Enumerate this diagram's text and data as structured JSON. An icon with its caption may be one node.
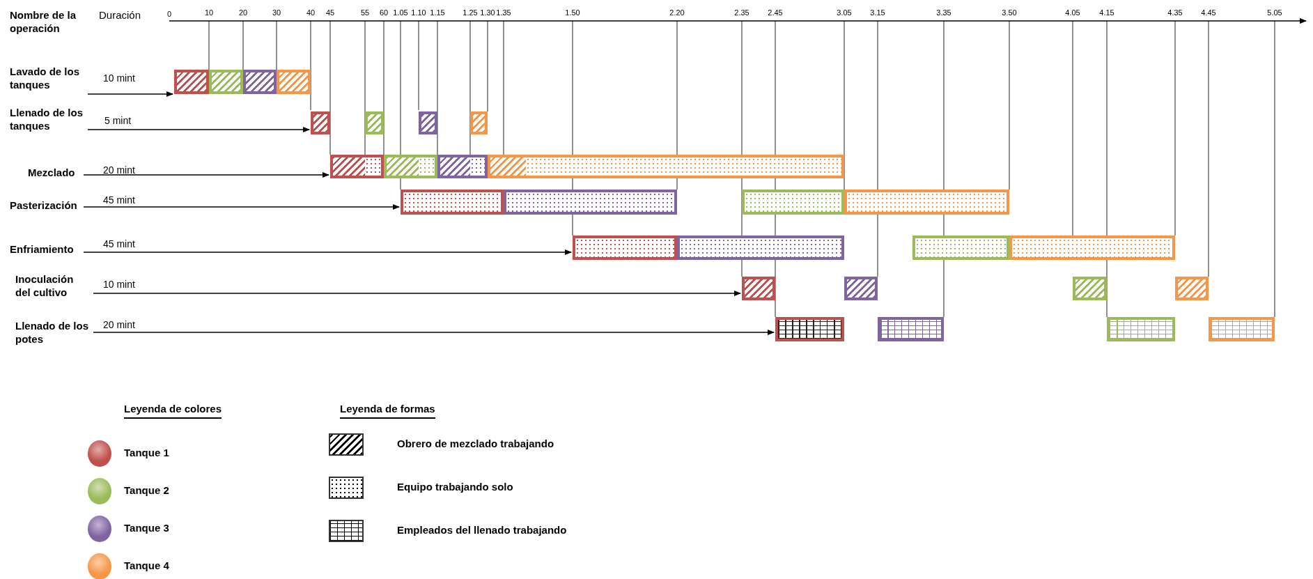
{
  "diagram": {
    "nodes": [
      {
        "text": [
          "Lavado de los tanques"
        ],
        "beside": [
          "10 mint"
        ]
      },
      {
        "text": [],
        "shape": "bar"
      },
      {
        "text": [],
        "shape": "bar"
      },
      {
        "text": [],
        "shape": "bar"
      },
      {
        "text": [],
        "shape": "bar"
      },
      {
        "text": [
          "Llenado de los tanques"
        ],
        "beside": [
          "5 mint"
        ]
      },
      {
        "text": [],
        "shape": "bar"
      },
      {
        "text": [],
        "shape": "bar"
      },
      {
        "text": [],
        "shape": "bar"
      },
      {
        "text": [],
        "shape": "bar"
      },
      {
        "text": [
          "Mezclado"
        ],
        "beside": [
          "20 mint"
        ]
      },
      {
        "text": [],
        "shape": "bar"
      },
      {
        "text": [],
        "shape": "bar"
      },
      {
        "text": [],
        "shape": "bar"
      },
      {
        "text": [],
        "shape": "bar"
      },
      {
        "text": [
          "Pasterización"
        ],
        "beside": [
          "45 mint"
        ]
      },
      {
        "text": [],
        "shape": "bar"
      },
      {
        "text": [],
        "shape": "bar"
      },
      {
        "text": [],
        "shape": "bar"
      },
      {
        "text": [],
        "shape": "bar"
      },
      {
        "text": [
          "Enfriamiento"
        ],
        "beside": [
          "45 mint"
        ]
      },
      {
        "text": [],
        "shape": "bar"
      },
      {
        "text": [],
        "shape": "bar"
      },
      {
        "text": [],
        "shape": "bar"
      },
      {
        "text": [],
        "shape": "bar"
      },
      {
        "text": [
          "Inoculación del cultivo"
        ],
        "beside": [
          "10 mint"
        ]
      },
      {
        "text": [],
        "shape": "bar"
      },
      {
        "text": [],
        "shape": "bar"
      },
      {
        "text": [],
        "shape": "bar"
      },
      {
        "text": [],
        "shape": "bar"
      },
      {
        "text": [
          "Llenado de los potes"
        ],
        "beside": [
          "20 mint"
        ]
      },
      {
        "text": [],
        "shape": "bar"
      },
      {
        "text": [],
        "shape": "bar"
      },
      {
        "text": [],
        "shape": "bar"
      },
      {
        "text": [],
        "shape": "bar"
      }
    ],
    "edges": [
      {
        "from": 0,
        "to": 1,
        "arrow": "to"
      },
      {
        "from": 5,
        "to": 6,
        "arrow": "to"
      },
      {
        "from": 10,
        "to": 11,
        "arrow": "to"
      },
      {
        "from": 15,
        "to": 16,
        "arrow": "to"
      },
      {
        "from": 20,
        "to": 21,
        "arrow": "to"
      },
      {
        "from": 25,
        "to": 26,
        "arrow": "to"
      },
      {
        "from": 30,
        "to": 31,
        "arrow": "to"
      }
    ],
    "labels": [
      "Nombre de la operación",
      "Duración",
      "0",
      "10",
      "20",
      "30",
      "40",
      "45",
      "55",
      "60",
      "1.05",
      "1.10",
      "1.15",
      "1.25",
      "1.30",
      "1.35",
      "1.50",
      "2.20",
      "2.35",
      "2.45",
      "3.05",
      "3.15",
      "3.35",
      "3.50",
      "4.05",
      "4.15",
      "4.35",
      "4.45",
      "5.05",
      "Leyenda de colores",
      "Leyenda de formas"
    ],
    "legend": [
      {
        "text": "Tanque 1",
        "color": "#c0504d"
      },
      {
        "text": "Tanque 2",
        "color": "#9bbb59"
      },
      {
        "text": "Tanque 3",
        "color": "#8064a2"
      },
      {
        "text": "Tanque 4",
        "color": "#f79646"
      },
      {
        "text": "Obrero de mezclado trabajando"
      },
      {
        "text": "Equipo trabajando solo"
      },
      {
        "text": "Empleados del llenado trabajando"
      }
    ]
  }
}
